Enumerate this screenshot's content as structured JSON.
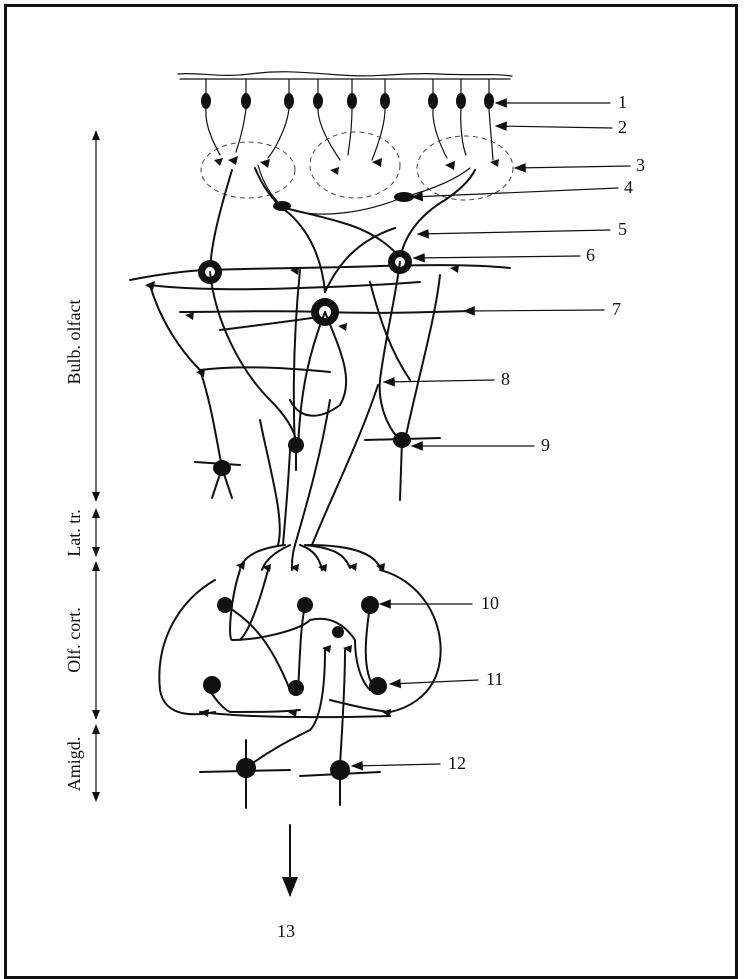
{
  "labels": {
    "l1": "1",
    "l2": "2",
    "l3": "3",
    "l4": "4",
    "l5": "5",
    "l6": "6",
    "l7": "7",
    "l8": "8",
    "l9": "9",
    "l10": "10",
    "l11": "11",
    "l12": "12",
    "l13": "13"
  },
  "regions": {
    "bulb": "Bulb. olfact",
    "lat": "Lat. tr.",
    "cortex": "Olf. cort.",
    "amigd": "Amigd."
  }
}
